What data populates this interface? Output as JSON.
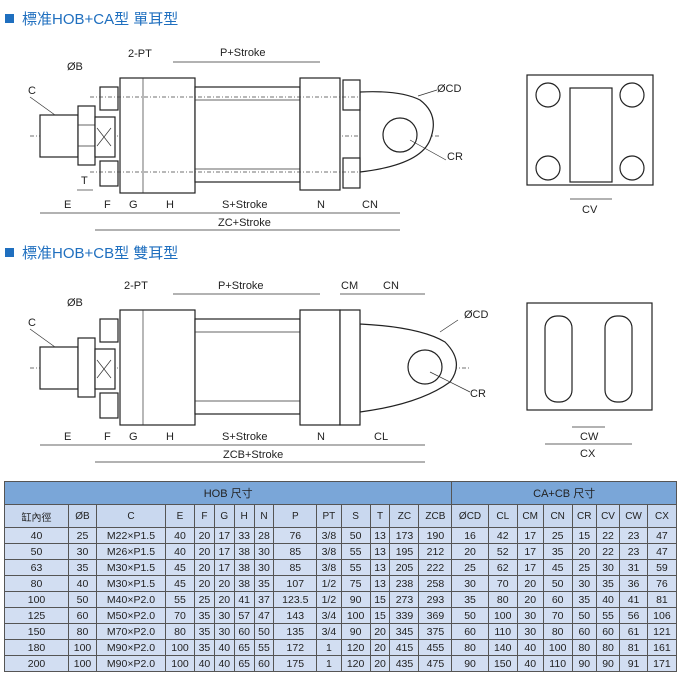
{
  "section1": {
    "title": "標准HOB+CA型  單耳型",
    "labels": {
      "c": "C",
      "b": "ØB",
      "pt": "2-PT",
      "p": "P+Stroke",
      "cd": "ØCD",
      "cr": "CR",
      "t": "T",
      "e": "E",
      "f": "F",
      "g": "G",
      "h": "H",
      "s": "S+Stroke",
      "n": "N",
      "cn": "CN",
      "zc": "ZC+Stroke",
      "cv": "CV"
    }
  },
  "section2": {
    "title": "標准HOB+CB型  雙耳型",
    "labels": {
      "c": "C",
      "b": "ØB",
      "pt": "2-PT",
      "p": "P+Stroke",
      "cm": "CM",
      "cn": "CN",
      "cd": "ØCD",
      "cr": "CR",
      "e": "E",
      "f": "F",
      "g": "G",
      "h": "H",
      "s": "S+Stroke",
      "n": "N",
      "cl": "CL",
      "zcb": "ZCB+Stroke",
      "cw": "CW",
      "cx": "CX"
    }
  },
  "table": {
    "group_hob": "HOB 尺寸",
    "group_cacb": "CA+CB 尺寸",
    "columns": [
      "缸內徑",
      "ØB",
      "C",
      "E",
      "F",
      "G",
      "H",
      "N",
      "P",
      "PT",
      "S",
      "T",
      "ZC",
      "ZCB",
      "ØCD",
      "CL",
      "CM",
      "CN",
      "CR",
      "CV",
      "CW",
      "CX"
    ],
    "rows": [
      [
        "40",
        "25",
        "M22×P1.5",
        "40",
        "20",
        "17",
        "33",
        "28",
        "76",
        "3/8",
        "50",
        "13",
        "173",
        "190",
        "16",
        "42",
        "17",
        "25",
        "15",
        "22",
        "23",
        "47"
      ],
      [
        "50",
        "30",
        "M26×P1.5",
        "40",
        "20",
        "17",
        "38",
        "30",
        "85",
        "3/8",
        "55",
        "13",
        "195",
        "212",
        "20",
        "52",
        "17",
        "35",
        "20",
        "22",
        "23",
        "47"
      ],
      [
        "63",
        "35",
        "M30×P1.5",
        "45",
        "20",
        "17",
        "38",
        "30",
        "85",
        "3/8",
        "55",
        "13",
        "205",
        "222",
        "25",
        "62",
        "17",
        "45",
        "25",
        "30",
        "31",
        "59"
      ],
      [
        "80",
        "40",
        "M30×P1.5",
        "45",
        "20",
        "20",
        "38",
        "35",
        "107",
        "1/2",
        "75",
        "13",
        "238",
        "258",
        "30",
        "70",
        "20",
        "50",
        "30",
        "35",
        "36",
        "76"
      ],
      [
        "100",
        "50",
        "M40×P2.0",
        "55",
        "25",
        "20",
        "41",
        "37",
        "123.5",
        "1/2",
        "90",
        "15",
        "273",
        "293",
        "35",
        "80",
        "20",
        "60",
        "35",
        "40",
        "41",
        "81"
      ],
      [
        "125",
        "60",
        "M50×P2.0",
        "70",
        "35",
        "30",
        "57",
        "47",
        "143",
        "3/4",
        "100",
        "15",
        "339",
        "369",
        "50",
        "100",
        "30",
        "70",
        "50",
        "55",
        "56",
        "106"
      ],
      [
        "150",
        "80",
        "M70×P2.0",
        "80",
        "35",
        "30",
        "60",
        "50",
        "135",
        "3/4",
        "90",
        "20",
        "345",
        "375",
        "60",
        "110",
        "30",
        "80",
        "60",
        "60",
        "61",
        "121"
      ],
      [
        "180",
        "100",
        "M90×P2.0",
        "100",
        "35",
        "40",
        "65",
        "55",
        "172",
        "1",
        "120",
        "20",
        "415",
        "455",
        "80",
        "140",
        "40",
        "100",
        "80",
        "80",
        "81",
        "161"
      ],
      [
        "200",
        "100",
        "M90×P2.0",
        "100",
        "40",
        "40",
        "65",
        "60",
        "175",
        "1",
        "120",
        "20",
        "435",
        "475",
        "90",
        "150",
        "40",
        "110",
        "90",
        "90",
        "91",
        "171"
      ]
    ]
  }
}
